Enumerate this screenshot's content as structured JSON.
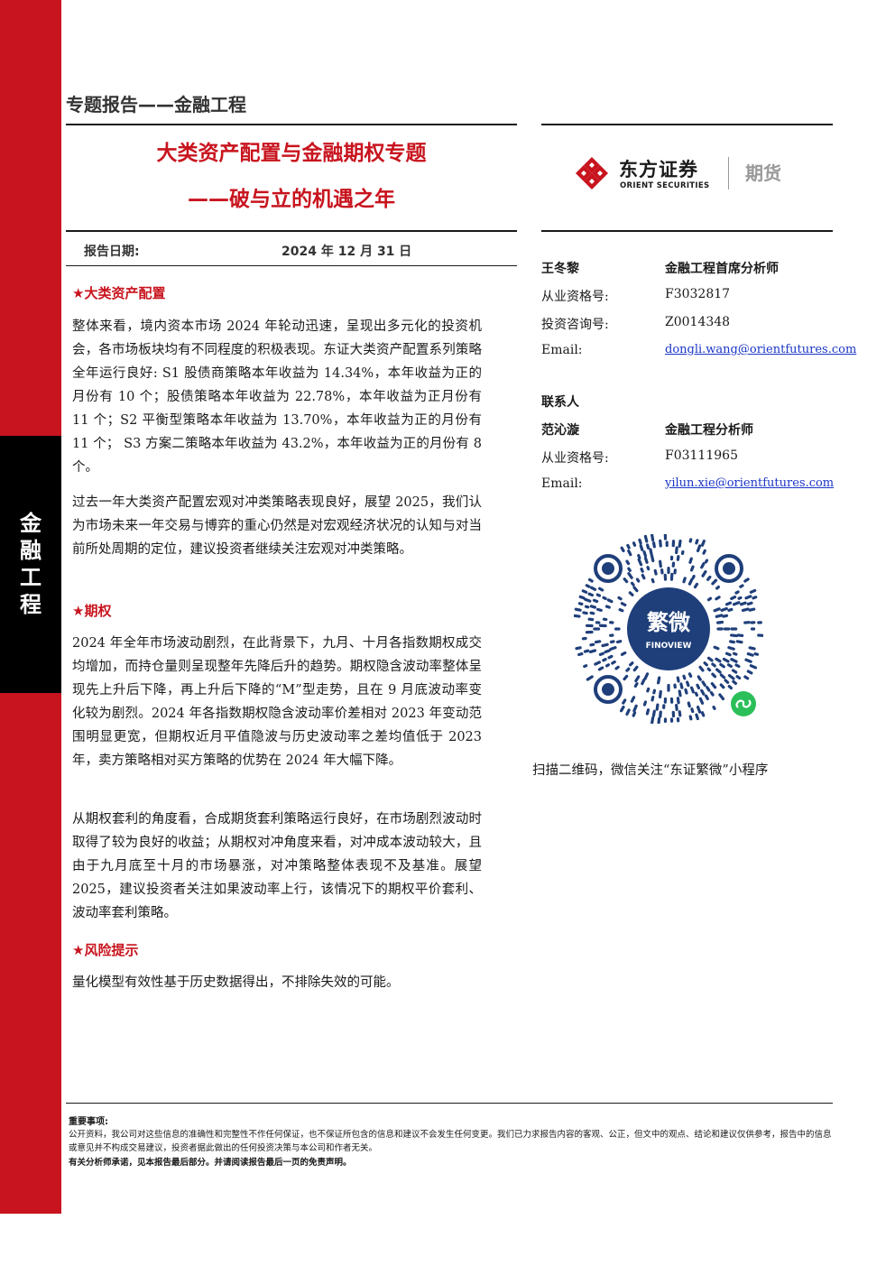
{
  "sidebar": {
    "label_chars": [
      "金",
      "融",
      "工",
      "程"
    ]
  },
  "header": {
    "report_type": "专题报告——金融工程",
    "title_line1": "大类资产配置与金融期权专题",
    "title_line2": "——破与立的机遇之年"
  },
  "logo": {
    "name_cn": "东方证券",
    "name_en": "ORIENT SECURITIES",
    "division": "期货"
  },
  "report_date": {
    "label": "报告日期:",
    "value": "2024 年 12 月 31 日"
  },
  "sections": [
    {
      "heading": "★大类资产配置",
      "paragraphs": [
        "整体来看，境内资本市场 2024 年轮动迅速，呈现出多元化的投资机会，各市场板块均有不同程度的积极表现。东证大类资产配置系列策略全年运行良好: S1 股债商策略本年收益为 14.34%，本年收益为正的月份有 10 个；股债策略本年收益为 22.78%，本年收益为正月份有 11 个；S2 平衡型策略本年收益为 13.70%，本年收益为正的月份有 11 个； S3 方案二策略本年收益为 43.2%，本年收益为正的月份有 8 个。",
        "过去一年大类资产配置宏观对冲类策略表现良好，展望 2025，我们认为市场未来一年交易与博弈的重心仍然是对宏观经济状况的认知与对当前所处周期的定位，建议投资者继续关注宏观对冲类策略。"
      ]
    },
    {
      "heading": "★期权",
      "paragraphs": [
        "2024 年全年市场波动剧烈，在此背景下，九月、十月各指数期权成交均增加，而持仓量则呈现整年先降后升的趋势。期权隐含波动率整体呈现先上升后下降，再上升后下降的“M”型走势，且在 9 月底波动率变化较为剧烈。2024 年各指数期权隐含波动率价差相对 2023 年变动范围明显更宽，但期权近月平值隐波与历史波动率之差均值低于 2023 年，卖方策略相对买方策略的优势在 2024 年大幅下降。",
        "从期权套利的角度看，合成期货套利策略运行良好，在市场剧烈波动时取得了较为良好的收益；从期权对冲角度来看，对冲成本波动较大，且由于九月底至十月的市场暴涨，对冲策略整体表现不及基准。展望 2025，建议投资者关注如果波动率上行，该情况下的期权平价套利、波动率套利策略。"
      ]
    },
    {
      "heading": "★风险提示",
      "paragraphs": [
        "量化模型有效性基于历史数据得出，不排除失效的可能。"
      ]
    }
  ],
  "analysts": {
    "primary": {
      "name": "王冬黎",
      "title": "金融工程首席分析师",
      "license_label": "从业资格号:",
      "license": "F3032817",
      "advisory_label": "投资咨询号:",
      "advisory": "Z0014348",
      "email_label": "Email:",
      "email": "dongli.wang@orientfutures.com"
    },
    "contact_heading": "联系人",
    "secondary": {
      "name": "范沁漩",
      "title": "金融工程分析师",
      "license_label": "从业资格号:",
      "license": "F03111965",
      "email_label": "Email:",
      "email": "yilun.xie@orientfutures.com"
    }
  },
  "qr": {
    "center_text": "繁微",
    "center_sub": "FINOVIEW",
    "caption": "扫描二维码，微信关注“东证繁微”小程序"
  },
  "footer": {
    "title": "重要事项:",
    "text": "公开资料，我公司对这些信息的准确性和完整性不作任何保证，也不保证所包含的信息和建议不会发生任何变更。我们已力求报告内容的客观、公正，但文中的观点、结论和建议仅供参考，报告中的信息或意见并不构成交易建议，投资者据此做出的任何投资决策与本公司和作者无关。",
    "disclaimer": "有关分析师承诺，见本报告最后部分。并请阅读报告最后一页的免责声明。"
  },
  "colors": {
    "accent": "#c8141e",
    "link": "#1a35c8",
    "qr_blue": "#1f3f7a",
    "qr_green": "#2bbf5a"
  }
}
